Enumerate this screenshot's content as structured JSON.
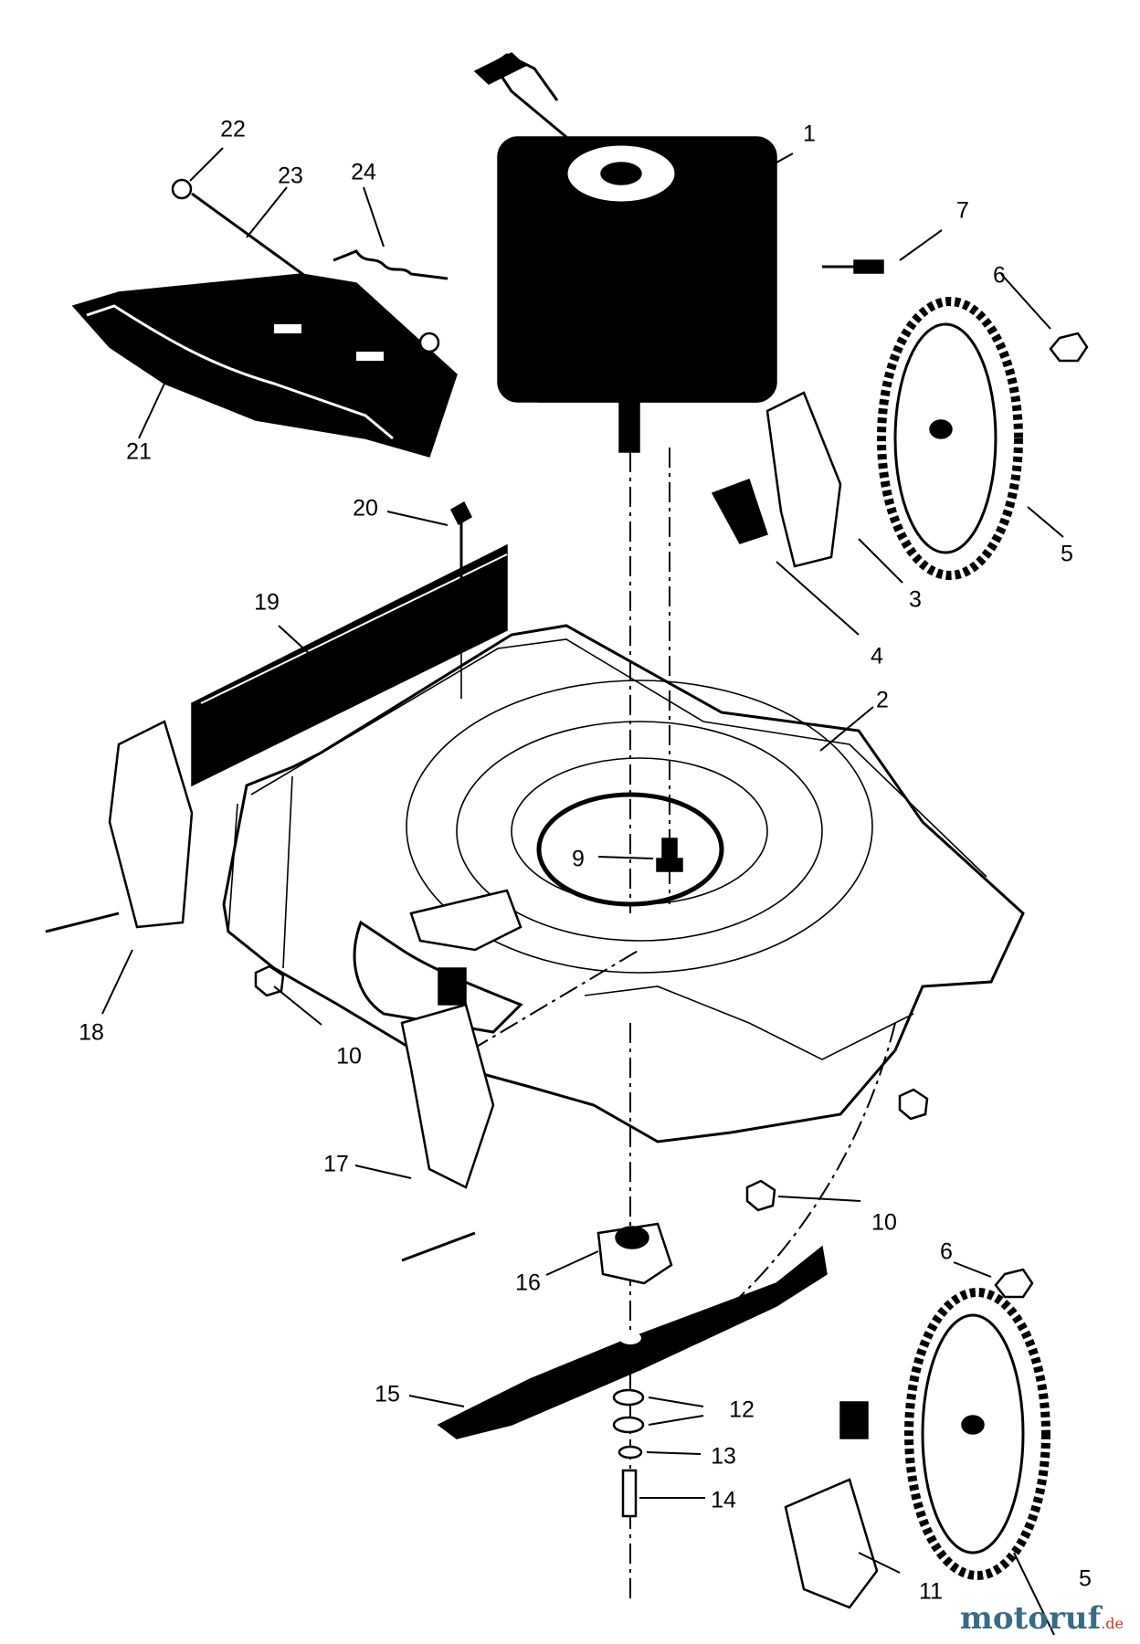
{
  "callouts": [
    {
      "label": "1"
    },
    {
      "label": "2"
    },
    {
      "label": "3"
    },
    {
      "label": "4"
    },
    {
      "label": "5"
    },
    {
      "label": "5"
    },
    {
      "label": "6"
    },
    {
      "label": "6"
    },
    {
      "label": "7"
    },
    {
      "label": "9"
    },
    {
      "label": "10"
    },
    {
      "label": "10"
    },
    {
      "label": "11"
    },
    {
      "label": "12"
    },
    {
      "label": "13"
    },
    {
      "label": "14"
    },
    {
      "label": "15"
    },
    {
      "label": "16"
    },
    {
      "label": "17"
    },
    {
      "label": "18"
    },
    {
      "label": "19"
    },
    {
      "label": "20"
    },
    {
      "label": "21"
    },
    {
      "label": "22"
    },
    {
      "label": "23"
    },
    {
      "label": "24"
    }
  ],
  "watermark": {
    "brand": "motoruf",
    "suffix": ".de"
  }
}
